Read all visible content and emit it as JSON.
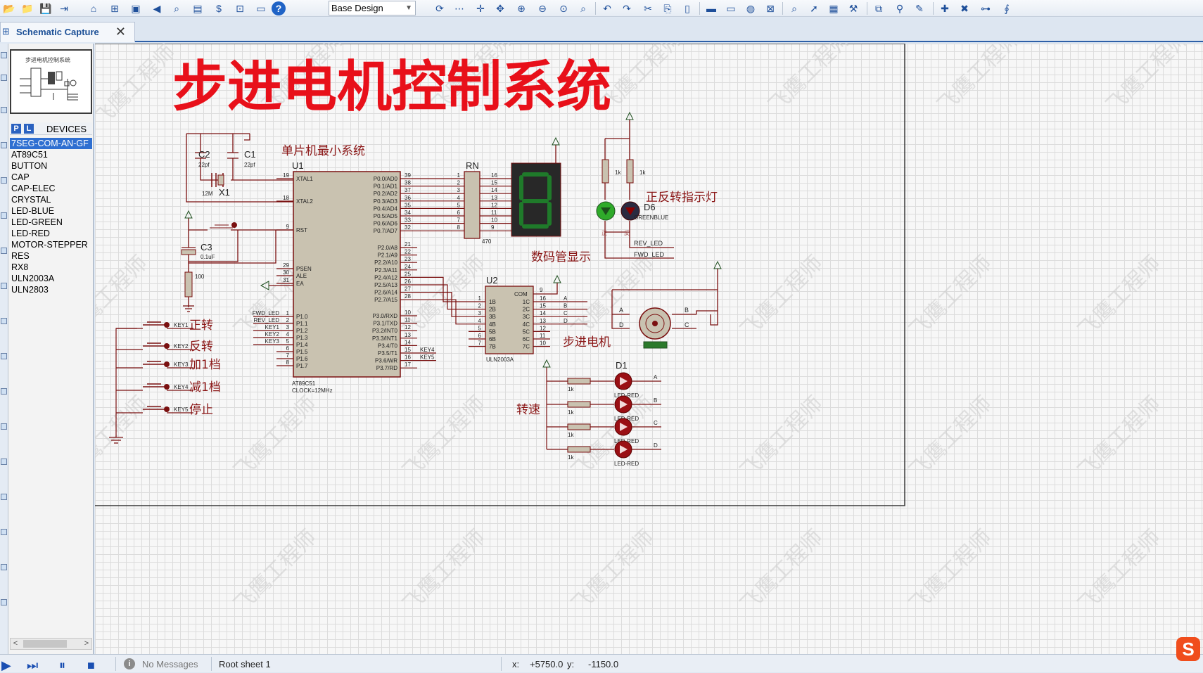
{
  "toolbar": {
    "layer_select": "Base Design"
  },
  "tab": {
    "label": "Schematic Capture"
  },
  "sidepanel": {
    "p_button": "P",
    "l_button": "L",
    "devices_title": "DEVICES",
    "devices": [
      "7SEG-COM-AN-GF",
      "AT89C51",
      "BUTTON",
      "CAP",
      "CAP-ELEC",
      "CRYSTAL",
      "LED-BLUE",
      "LED-GREEN",
      "LED-RED",
      "MOTOR-STEPPER",
      "RES",
      "RX8",
      "ULN2003A",
      "ULN2803"
    ],
    "selected_index": 0
  },
  "schematic": {
    "title": "步进电机控制系统",
    "preview_title": "步进电机控制系统",
    "min_system_label": "单片机最小系统",
    "display_label": "数码管显示",
    "indicator_label": "正反转指示灯",
    "motor_label": "步进电机",
    "speed_label": "转速",
    "button_labels": [
      "正转",
      "反转",
      "加1档",
      "减1档",
      "停止"
    ],
    "key_labels": [
      "KEY1",
      "KEY2",
      "KEY3",
      "KEY4",
      "KEY5"
    ],
    "watermark": "飞鹰工程师",
    "u1": {
      "ref": "U1",
      "part": "AT89C51",
      "clock": "CLOCK=12MHz",
      "left_pins": [
        {
          "num": "19",
          "name": "XTAL1"
        },
        {
          "num": "18",
          "name": "XTAL2"
        },
        {
          "num": "9",
          "name": "RST"
        },
        {
          "num": "29",
          "name": "PSEN"
        },
        {
          "num": "30",
          "name": "ALE"
        },
        {
          "num": "31",
          "name": "EA"
        },
        {
          "num": "1",
          "name": "P1.0"
        },
        {
          "num": "2",
          "name": "P1.1"
        },
        {
          "num": "3",
          "name": "P1.2"
        },
        {
          "num": "4",
          "name": "P1.3"
        },
        {
          "num": "5",
          "name": "P1.4"
        },
        {
          "num": "6",
          "name": "P1.5"
        },
        {
          "num": "7",
          "name": "P1.6"
        },
        {
          "num": "8",
          "name": "P1.7"
        }
      ],
      "p0_pins": [
        {
          "num": "39",
          "name": "P0.0/AD0"
        },
        {
          "num": "38",
          "name": "P0.1/AD1"
        },
        {
          "num": "37",
          "name": "P0.2/AD2"
        },
        {
          "num": "36",
          "name": "P0.3/AD3"
        },
        {
          "num": "35",
          "name": "P0.4/AD4"
        },
        {
          "num": "34",
          "name": "P0.5/AD5"
        },
        {
          "num": "33",
          "name": "P0.6/AD6"
        },
        {
          "num": "32",
          "name": "P0.7/AD7"
        }
      ],
      "p2_pins": [
        {
          "num": "21",
          "name": "P2.0/A8"
        },
        {
          "num": "22",
          "name": "P2.1/A9"
        },
        {
          "num": "23",
          "name": "P2.2/A10"
        },
        {
          "num": "24",
          "name": "P2.3/A11"
        },
        {
          "num": "25",
          "name": "P2.4/A12"
        },
        {
          "num": "26",
          "name": "P2.5/A13"
        },
        {
          "num": "27",
          "name": "P2.6/A14"
        },
        {
          "num": "28",
          "name": "P2.7/A15"
        }
      ],
      "p3_pins": [
        {
          "num": "10",
          "name": "P3.0/RXD"
        },
        {
          "num": "11",
          "name": "P3.1/TXD"
        },
        {
          "num": "12",
          "name": "P3.2/INT0"
        },
        {
          "num": "13",
          "name": "P3.3/INT1"
        },
        {
          "num": "14",
          "name": "P3.4/T0"
        },
        {
          "num": "15",
          "name": "P3.5/T1"
        },
        {
          "num": "16",
          "name": "P3.6/WR"
        },
        {
          "num": "17",
          "name": "P3.7/RD"
        }
      ],
      "p1_nets": [
        "FWD_LED",
        "REV_LED",
        "KEY1",
        "KEY2",
        "KEY3"
      ],
      "p3_nets": [
        "KEY4",
        "KEY5"
      ]
    },
    "c1": {
      "ref": "C1",
      "value": "22pf"
    },
    "c2": {
      "ref": "C2",
      "value": "22pf"
    },
    "c3": {
      "ref": "C3",
      "value": "0.1uF"
    },
    "x1": {
      "ref": "X1",
      "value": "12M"
    },
    "r_reset": {
      "value": "100"
    },
    "rn": {
      "ref": "RN",
      "value": "470",
      "left": [
        "1",
        "2",
        "3",
        "4",
        "5",
        "6",
        "7",
        "8"
      ],
      "right": [
        "16",
        "15",
        "14",
        "13",
        "12",
        "11",
        "10",
        "9"
      ]
    },
    "u2": {
      "ref": "U2",
      "part": "ULN2003A",
      "com": "COM",
      "com_pin": "9",
      "in_pins": [
        {
          "num": "1",
          "name": "1B"
        },
        {
          "num": "2",
          "name": "2B"
        },
        {
          "num": "3",
          "name": "3B"
        },
        {
          "num": "4",
          "name": "4B"
        },
        {
          "num": "5",
          "name": "5B"
        },
        {
          "num": "6",
          "name": "6B"
        },
        {
          "num": "7",
          "name": "7B"
        }
      ],
      "out_pins": [
        {
          "num": "16",
          "name": "1C"
        },
        {
          "num": "15",
          "name": "2C"
        },
        {
          "num": "14",
          "name": "3C"
        },
        {
          "num": "13",
          "name": "4C"
        },
        {
          "num": "12",
          "name": "5C"
        },
        {
          "num": "11",
          "name": "6C"
        },
        {
          "num": "10",
          "name": "7C"
        }
      ],
      "out_nets": [
        "A",
        "B",
        "C",
        "D"
      ]
    },
    "motor": {
      "terms": [
        "A",
        "B",
        "D",
        "C"
      ]
    },
    "indicator": {
      "d6": "D6",
      "r_values": [
        "1k",
        "1k"
      ],
      "nets": [
        "REV_LED",
        "FWD_LED"
      ],
      "led_text": "GREENBLUE",
      "fwd_mark": "正",
      "rev_mark": "反"
    },
    "speed_leds": {
      "d1": "D1",
      "r_value": "1k",
      "led_value": "LED-RED",
      "nets": [
        "A",
        "B",
        "C",
        "D"
      ]
    }
  },
  "status": {
    "messages": "No Messages",
    "sheet": "Root sheet 1",
    "x_label": "x:",
    "x_value": "+5750.0",
    "y_label": "y:",
    "y_value": "-1150.0"
  },
  "colors": {
    "wire": "#7a1010",
    "body": "#c9c2b0",
    "title_red": "#e8101a",
    "label": "#8a1515",
    "power": "#205020"
  }
}
